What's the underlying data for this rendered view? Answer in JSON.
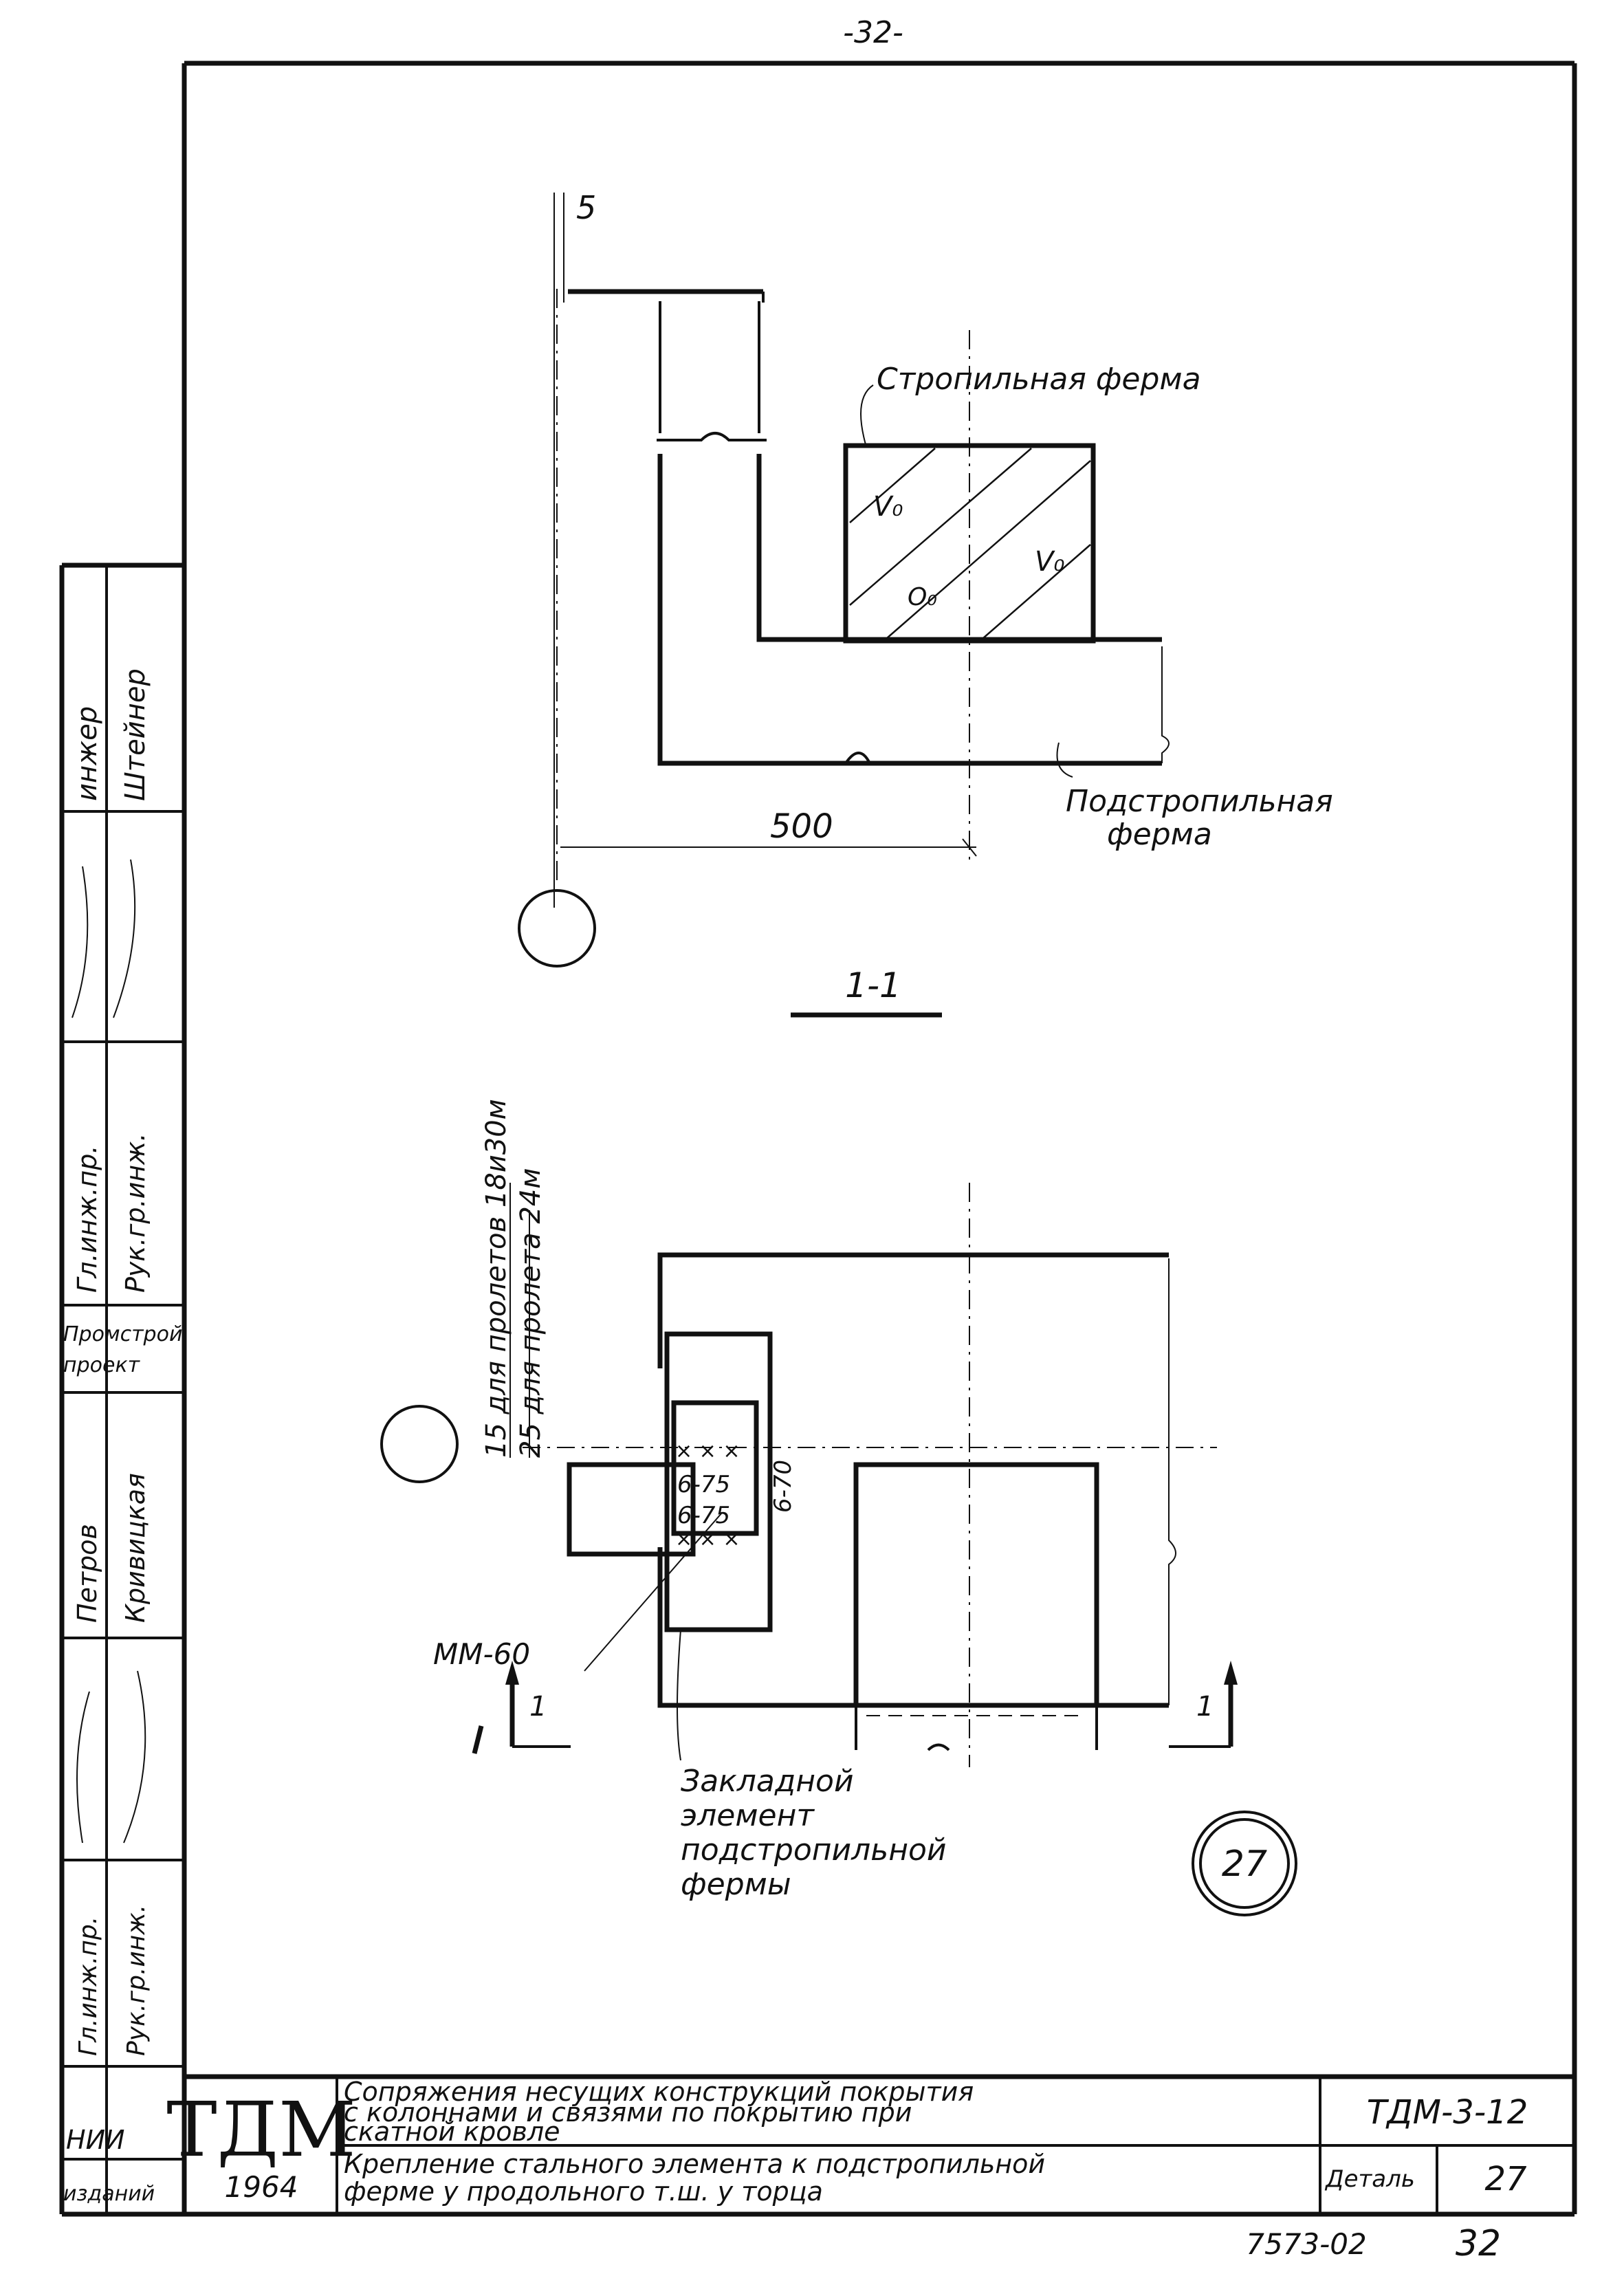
{
  "page_number": "-32-",
  "top_view": {
    "dim_top": "5",
    "label_truss": "Стропильная ферма",
    "label_subtruss_1": "Подстропильная",
    "label_subtruss_2": "ферма",
    "dim_width": "500"
  },
  "section_title": "1-1",
  "bottom_view": {
    "dim_note_1": "15 для пролетов 18и30м",
    "dim_note_2": "25 для пролета 24м",
    "weld_1": "6-75",
    "weld_2": "6-75",
    "weld_3": "6-70",
    "label_mm": "ММ-60",
    "cut_left": "1",
    "cut_right": "1",
    "embedded_1": "Закладной",
    "embedded_2": "элемент",
    "embedded_3": "подстропильной",
    "embedded_4": "фермы",
    "detail_mark": "27"
  },
  "side_stamp": {
    "row1_title": "инжер",
    "row1_name": "Штейнер",
    "row2_title_1": "Гл.инж.пр.",
    "row2_title_2": "Рук.гр.инж.",
    "org_1": "Промстрой",
    "org_2": "проект",
    "row3_name_1": "Петров",
    "row3_name_2": "Кривицкая",
    "row4_title_1": "Гл.инж.пр.",
    "row4_title_2": "Рук.гр.инж.",
    "nii": "НИИ",
    "publisher": "изданий"
  },
  "title_block": {
    "logo": "ТДМ",
    "year": "1964",
    "title_1": "Сопряжения несущих конструкций покрытия",
    "title_2": "с колоннами и связями по покрытию при",
    "title_3": "скатной кровле",
    "subtitle_1": "Крепление стального элемента к подстропильной",
    "subtitle_2": "ферме у продольного т.ш. у торца",
    "code": "ТДМ-3-12",
    "detail_label": "Деталь",
    "detail_no": "27"
  },
  "bottom_code": "7573-02",
  "bottom_page": "32"
}
